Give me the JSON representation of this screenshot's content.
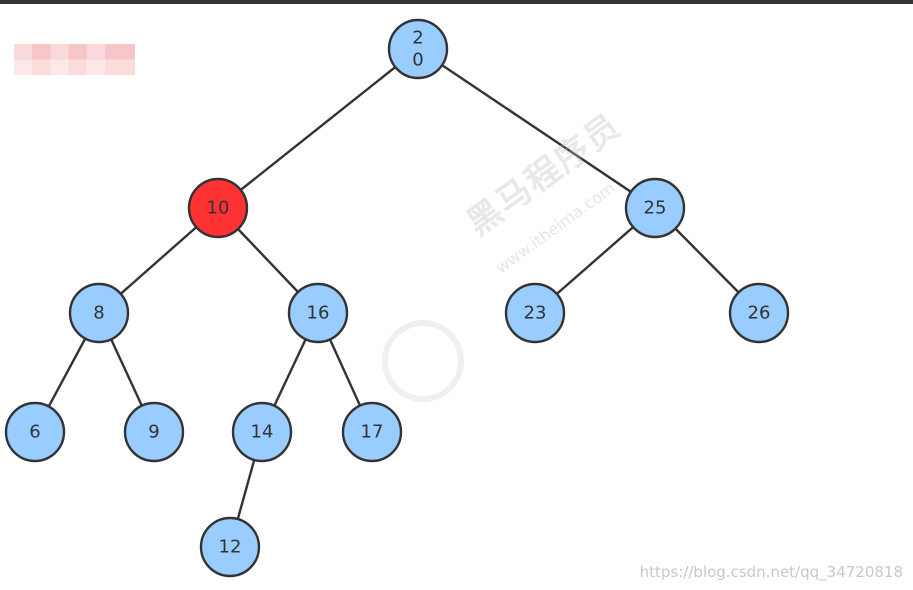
{
  "tree": {
    "nodes": [
      {
        "id": "n20",
        "lines": [
          "2",
          "0"
        ],
        "highlighted": false
      },
      {
        "id": "n10",
        "lines": [
          "10"
        ],
        "highlighted": true
      },
      {
        "id": "n25",
        "lines": [
          "25"
        ],
        "highlighted": false
      },
      {
        "id": "n8",
        "lines": [
          "8"
        ],
        "highlighted": false
      },
      {
        "id": "n16",
        "lines": [
          "16"
        ],
        "highlighted": false
      },
      {
        "id": "n23",
        "lines": [
          "23"
        ],
        "highlighted": false
      },
      {
        "id": "n26",
        "lines": [
          "26"
        ],
        "highlighted": false
      },
      {
        "id": "n6",
        "lines": [
          "6"
        ],
        "highlighted": false
      },
      {
        "id": "n9",
        "lines": [
          "9"
        ],
        "highlighted": false
      },
      {
        "id": "n14",
        "lines": [
          "14"
        ],
        "highlighted": false
      },
      {
        "id": "n17",
        "lines": [
          "17"
        ],
        "highlighted": false
      },
      {
        "id": "n12",
        "lines": [
          "12"
        ],
        "highlighted": false
      }
    ],
    "edges": [
      [
        "n20",
        "n10"
      ],
      [
        "n20",
        "n25"
      ],
      [
        "n10",
        "n8"
      ],
      [
        "n10",
        "n16"
      ],
      [
        "n25",
        "n23"
      ],
      [
        "n25",
        "n26"
      ],
      [
        "n8",
        "n6"
      ],
      [
        "n8",
        "n9"
      ],
      [
        "n16",
        "n14"
      ],
      [
        "n16",
        "n17"
      ],
      [
        "n14",
        "n12"
      ]
    ]
  },
  "colors": {
    "node_fill": "#99ccff",
    "highlight_fill": "#ff3333",
    "stroke": "#333333",
    "label": "#333333"
  },
  "watermark": {
    "brand": "黑马程序员",
    "site": "www.itheima.com"
  },
  "source_url": "https://blog.csdn.net/qq_34720818"
}
